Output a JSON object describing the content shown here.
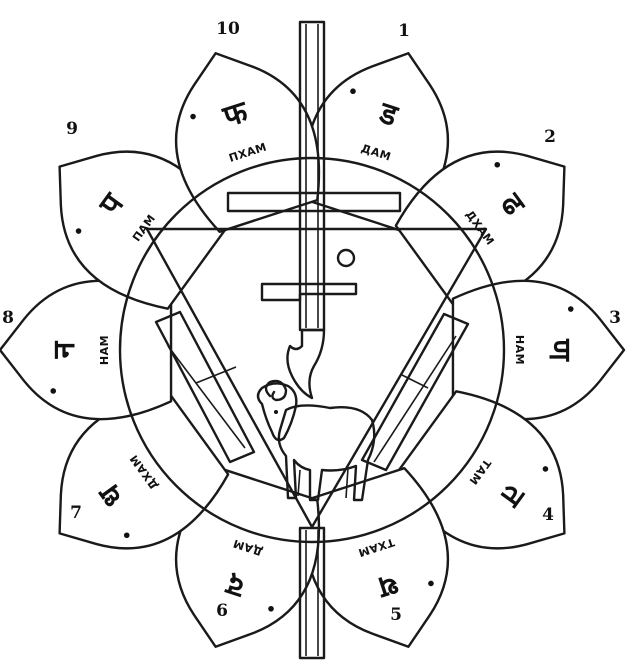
{
  "petals": [
    {
      "number": "1",
      "syllable": "ДАМ",
      "letter": "ड"
    },
    {
      "number": "2",
      "syllable": "ДХАМ",
      "letter": "ढ"
    },
    {
      "number": "3",
      "syllable": "НАМ",
      "letter": "ण"
    },
    {
      "number": "4",
      "syllable": "ТАМ",
      "letter": "त"
    },
    {
      "number": "5",
      "syllable": "ТХАМ",
      "letter": "थ"
    },
    {
      "number": "6",
      "syllable": "ДАМ",
      "letter": "द"
    },
    {
      "number": "7",
      "syllable": "ДХАМ",
      "letter": "ध"
    },
    {
      "number": "8",
      "syllable": "НАМ",
      "letter": "न"
    },
    {
      "number": "9",
      "syllable": "ПАМ",
      "letter": "प"
    },
    {
      "number": "10",
      "syllable": "ПХАМ",
      "letter": "फ"
    }
  ],
  "colors": {
    "ink": "#1a1a1a",
    "paper": "#ffffff"
  },
  "symbols": {
    "center_figure": "ram-icon",
    "channel": "sushumna-channel"
  }
}
